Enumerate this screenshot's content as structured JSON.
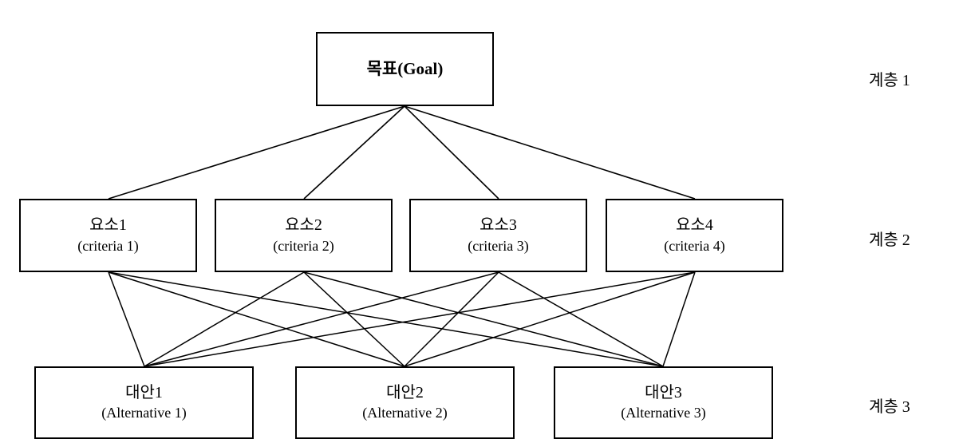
{
  "diagram": {
    "title": "AHP Hierarchy Structure",
    "background_color": "#ffffff",
    "line_color": "#000000",
    "box_border_color": "#000000",
    "box_fill_color": "#ffffff"
  },
  "goal": {
    "label_ko": "목표",
    "label_en": "(Goal)",
    "label_full": "목표(Goal)"
  },
  "criteria": [
    {
      "label_ko": "요소1",
      "label_en": "(criteria  1)"
    },
    {
      "label_ko": "요소2",
      "label_en": "(criteria  2)"
    },
    {
      "label_ko": "요소3",
      "label_en": "(criteria  3)"
    },
    {
      "label_ko": "요소4",
      "label_en": "(criteria  4)"
    }
  ],
  "alternatives": [
    {
      "label_ko": "대안1",
      "label_en": "(Alternative  1)"
    },
    {
      "label_ko": "대안2",
      "label_en": "(Alternative  2)"
    },
    {
      "label_ko": "대안3",
      "label_en": "(Alternative  3)"
    }
  ],
  "layer_labels": [
    {
      "text": "계층 1"
    },
    {
      "text": "계층 2"
    },
    {
      "text": "계층 3"
    }
  ]
}
